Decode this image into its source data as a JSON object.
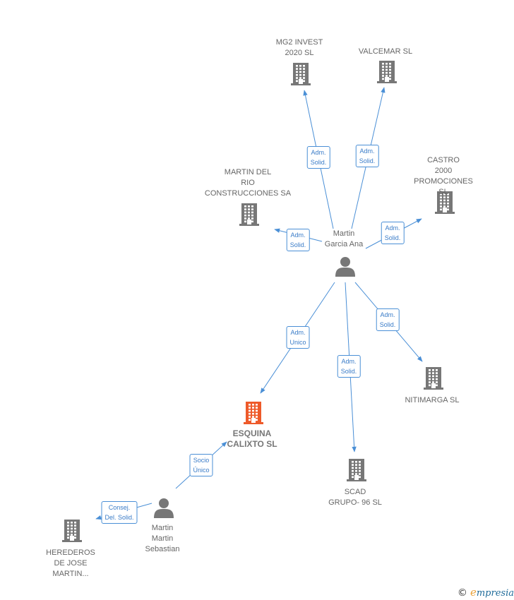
{
  "colors": {
    "edge": "#4a8fd6",
    "company": "#777777",
    "focus": "#ee5a2a",
    "person": "#777777"
  },
  "nodes": [
    {
      "id": "mg2",
      "type": "company",
      "label": "MG2 INVEST\n2020  SL"
    },
    {
      "id": "valcemar",
      "type": "company",
      "label": "VALCEMAR SL"
    },
    {
      "id": "castro",
      "type": "company",
      "label": "CASTRO\n2000\nPROMOCIONES SL"
    },
    {
      "id": "martindelrio",
      "type": "company",
      "label": "MARTIN DEL\nRIO\nCONSTRUCCIONES SA"
    },
    {
      "id": "garcia",
      "type": "person",
      "label": "Martin\nGarcia Ana"
    },
    {
      "id": "nitimarga",
      "type": "company",
      "label": "NITIMARGA  SL"
    },
    {
      "id": "esquina",
      "type": "focus",
      "label": "ESQUINA\nCALIXTO  SL"
    },
    {
      "id": "scad",
      "type": "company",
      "label": "SCAD\nGRUPO- 96  SL"
    },
    {
      "id": "sebastian",
      "type": "person",
      "label": "Martin\nMartin\nSebastian"
    },
    {
      "id": "herederos",
      "type": "company",
      "label": "HEREDEROS\nDE JOSE\nMARTIN..."
    }
  ],
  "edges": [
    {
      "id": "e1",
      "from": "garcia",
      "to": "mg2",
      "label": "Adm.\nSolid."
    },
    {
      "id": "e2",
      "from": "garcia",
      "to": "valcemar",
      "label": "Adm.\nSolid."
    },
    {
      "id": "e3",
      "from": "garcia",
      "to": "castro",
      "label": "Adm.\nSolid."
    },
    {
      "id": "e4",
      "from": "garcia",
      "to": "martindelrio",
      "label": "Adm.\nSolid."
    },
    {
      "id": "e5",
      "from": "garcia",
      "to": "esquina",
      "label": "Adm.\nUnico"
    },
    {
      "id": "e6",
      "from": "garcia",
      "to": "scad",
      "label": "Adm.\nSolid."
    },
    {
      "id": "e7",
      "from": "garcia",
      "to": "nitimarga",
      "label": "Adm.\nSolid."
    },
    {
      "id": "e8",
      "from": "sebastian",
      "to": "esquina",
      "label": "Socio\nÚnico"
    },
    {
      "id": "e9",
      "from": "sebastian",
      "to": "herederos",
      "label": "Consej.\nDel. Solid."
    }
  ],
  "footer": {
    "copyright": "©",
    "brand_initial": "e",
    "brand_rest": "mpresia"
  }
}
